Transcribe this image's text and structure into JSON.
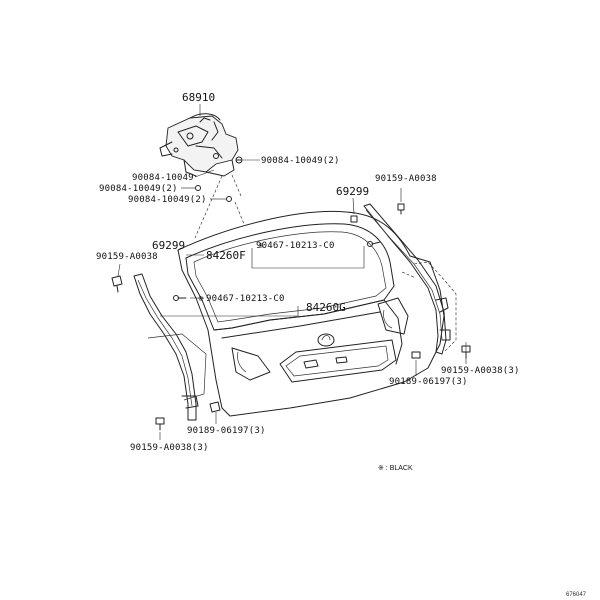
{
  "labels": {
    "motor": "68910",
    "bolt_right": "90084-10049(2)",
    "bolt_1": "90084-10049",
    "bolt_2": "90084-10049(2)",
    "bolt_3": "90084-10049(2)",
    "stay_right": "69299",
    "clip_right_top": "90159-A0038",
    "stay_left": "69299",
    "clip_left_top": "90159-A0038",
    "weatherstrip_upper": "84260F",
    "screw_upper": "90467-10213-C0",
    "screw_lower": "90467-10213-C0",
    "weatherstrip_lower": "84260G",
    "clip_right_bottom": "90159-A0038(3)",
    "retainer_right": "90189-06197(3)",
    "retainer_left": "90189-06197(3)",
    "clip_left_bottom": "90159-A0038(3)",
    "note_mark": "※",
    "note": "※ : BLACK",
    "drawing_code": "676047"
  }
}
